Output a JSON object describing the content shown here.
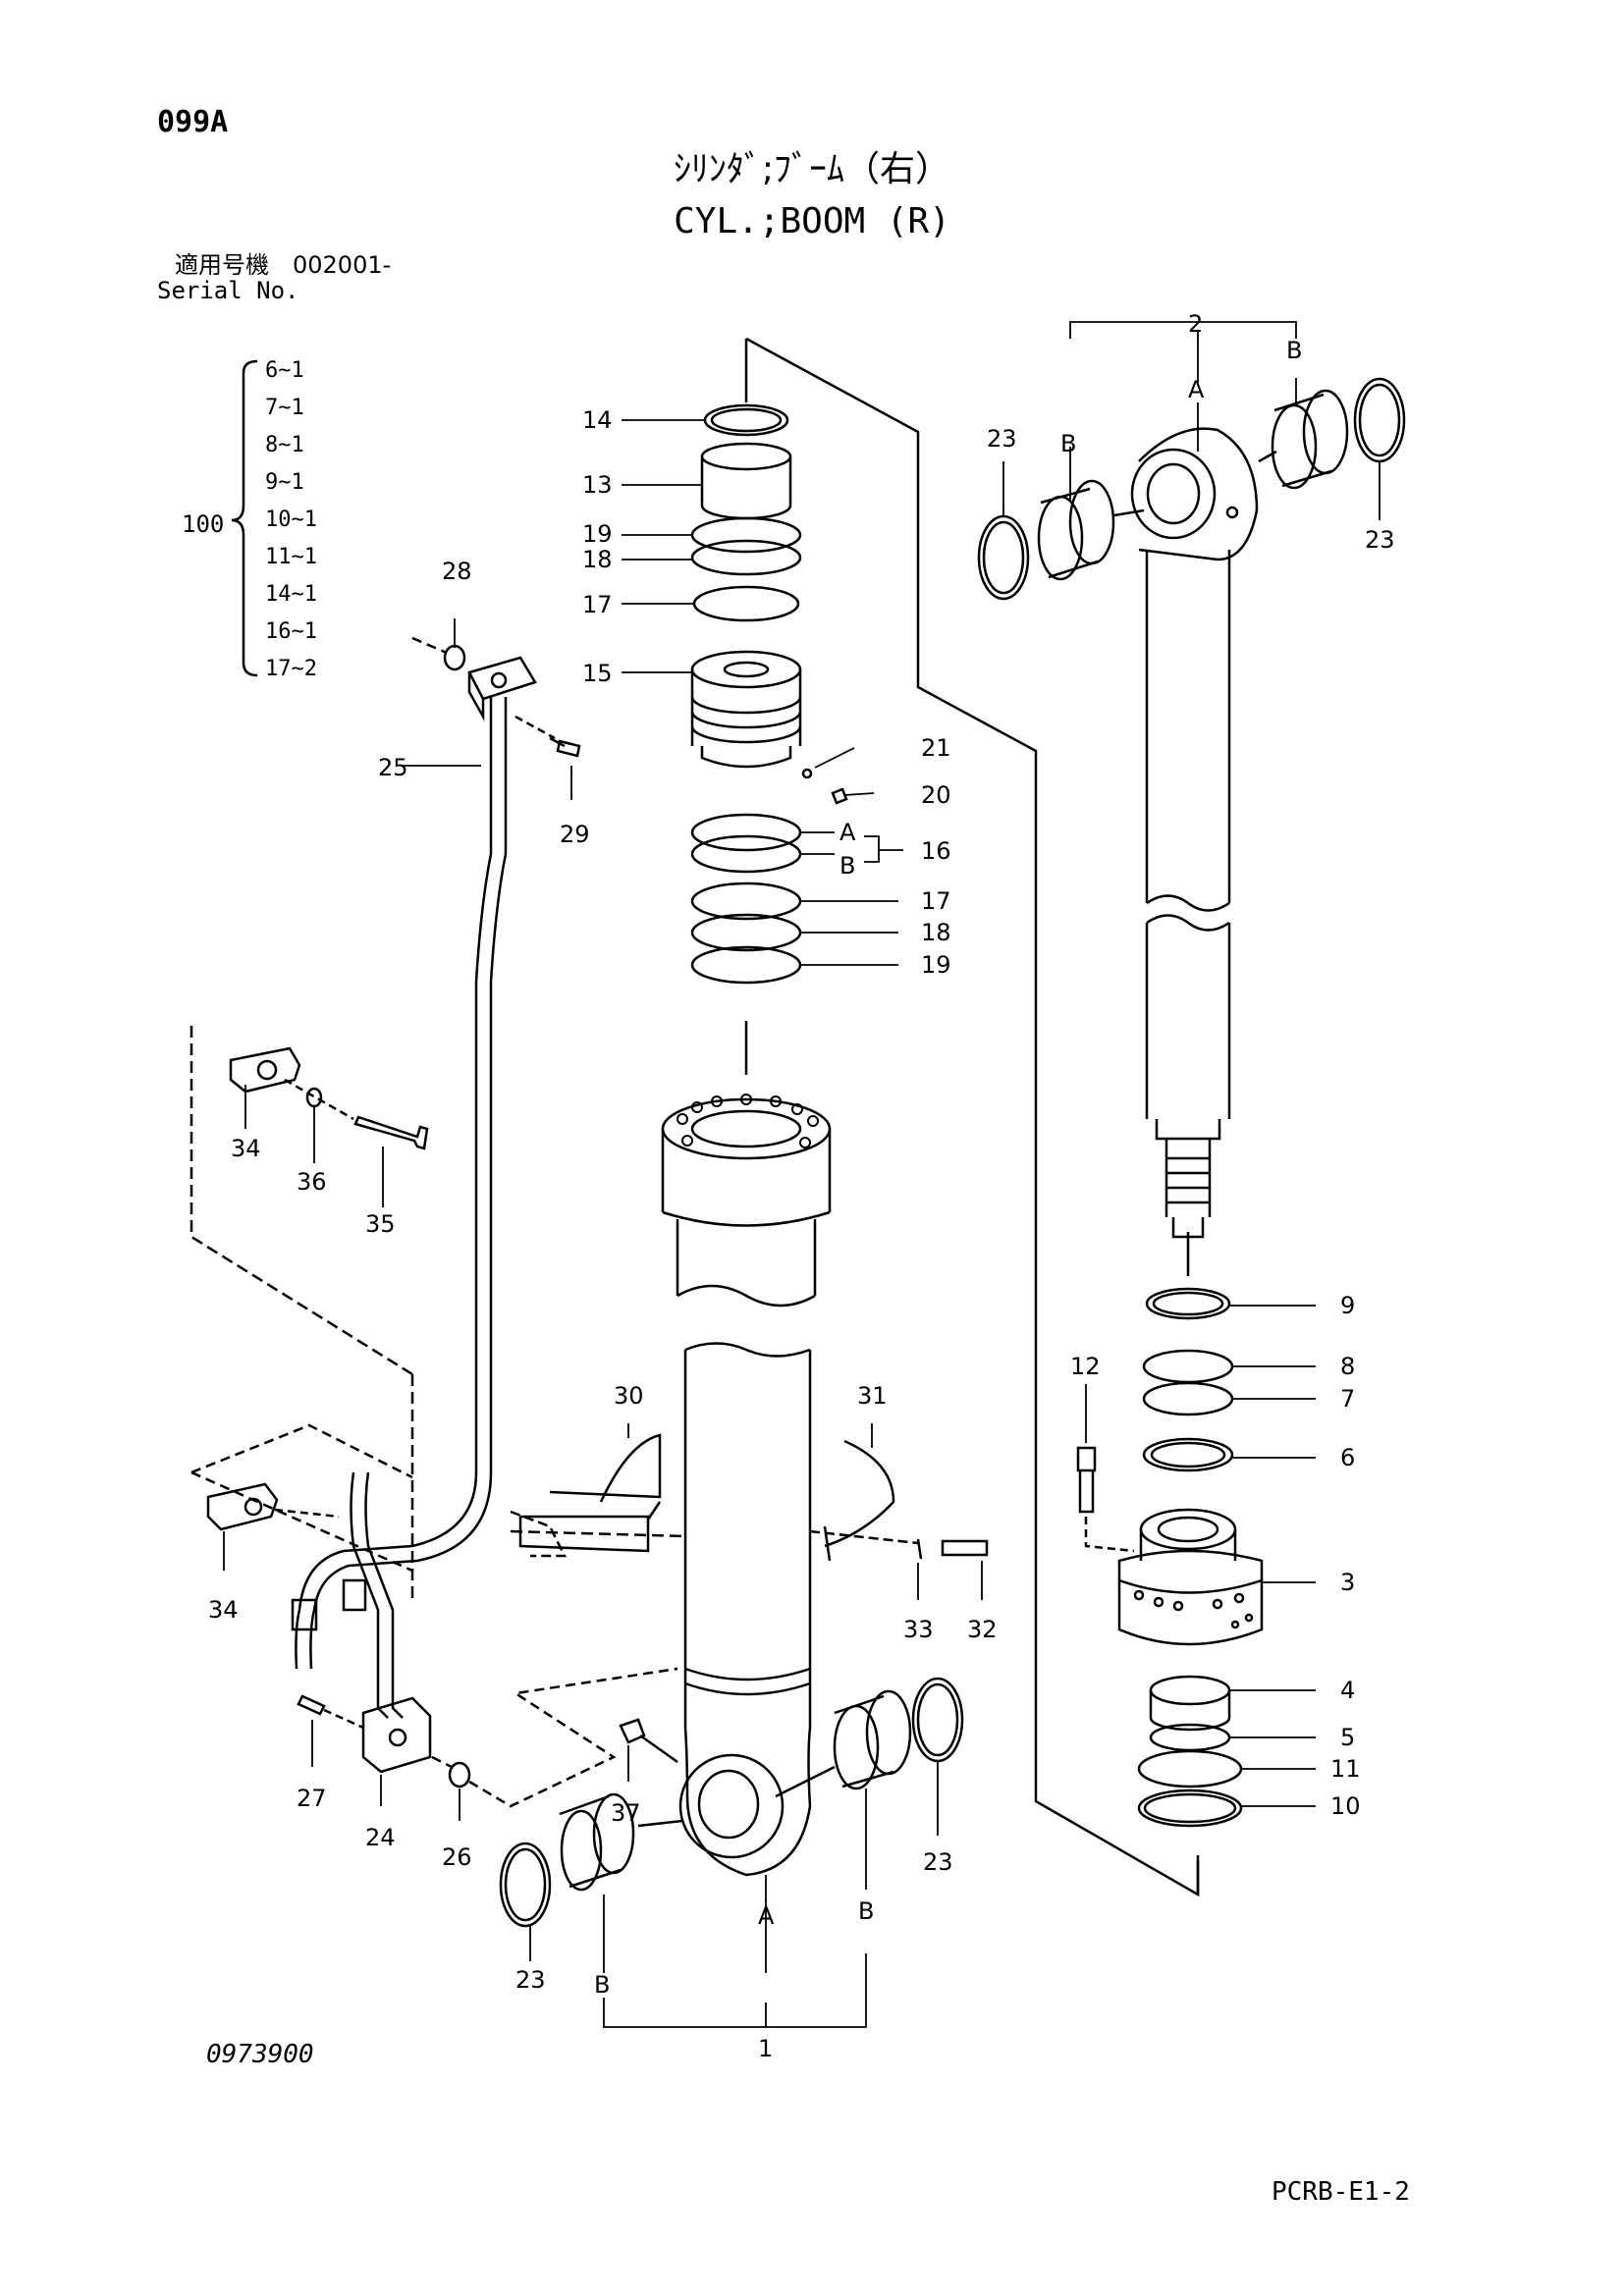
{
  "header": {
    "page_id": "099A",
    "title_ja": "ｼﾘﾝﾀﾞ;ﾌﾞｰﾑ（右）",
    "title_en": "CYL.;BOOM (R)",
    "serial_ja": "適用号機　002001-",
    "serial_en": "Serial No."
  },
  "kit": {
    "label": "100",
    "items": [
      "6~1",
      "7~1",
      "8~1",
      "9~1",
      "10~1",
      "11~1",
      "14~1",
      "16~1",
      "17~2"
    ]
  },
  "callouts": {
    "p1": "1",
    "p2": "2",
    "p3": "3",
    "p4": "4",
    "p5": "5",
    "p6": "6",
    "p7": "7",
    "p8": "8",
    "p9": "9",
    "p10": "10",
    "p11": "11",
    "p12": "12",
    "p13": "13",
    "p14": "14",
    "p15": "15",
    "p16": "16",
    "p17": "17",
    "p18": "18",
    "p19": "19",
    "p20": "20",
    "p21": "21",
    "p23": "23",
    "p24": "24",
    "p25": "25",
    "p26": "26",
    "p27": "27",
    "p28": "28",
    "p29": "29",
    "p30": "30",
    "p31": "31",
    "p32": "32",
    "p33": "33",
    "p34": "34",
    "p35": "35",
    "p36": "36",
    "p37": "37",
    "sub_a": "A",
    "sub_b": "B"
  },
  "footer": {
    "drawing_no": "0973900",
    "sheet_code": "PCRB-E1-2"
  }
}
